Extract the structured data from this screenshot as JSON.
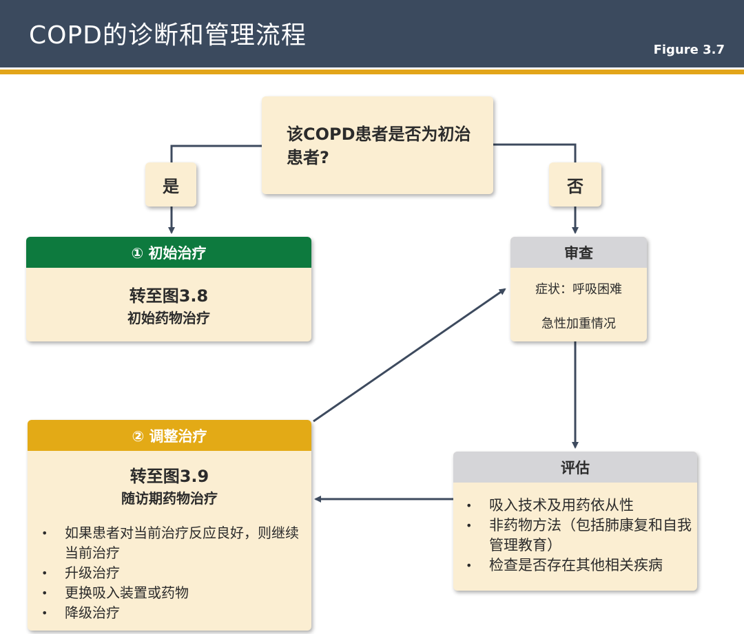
{
  "header": {
    "title": "COPD的诊断和管理流程",
    "figure": "Figure 3.7"
  },
  "question": "该COPD患者是否为初治患者?",
  "branch": {
    "yes": "是",
    "no": "否"
  },
  "initial_treatment": {
    "heading": "① 初始治疗",
    "ref": "转至图3.8",
    "sub": "初始药物治疗"
  },
  "review": {
    "heading": "审查",
    "items": [
      "症状：呼吸困难",
      "急性加重情况"
    ]
  },
  "assess": {
    "heading": "评估",
    "items": [
      "吸入技术及用药依从性",
      "非药物方法（包括肺康复和自我管理教育）",
      "检查是否存在其他相关疾病"
    ]
  },
  "adjust_treatment": {
    "heading": "② 调整治疗",
    "ref": "转至图3.9",
    "sub": "随访期药物治疗",
    "items": [
      "如果患者对当前治疗反应良好，则继续当前治疗",
      "升级治疗",
      "更换吸入装置或药物",
      "降级治疗"
    ]
  },
  "colors": {
    "header_bg": "#3b4a5e",
    "gold": "#e2a51a",
    "box_fill": "#fbeed2",
    "initial_head": "#0d7a3e",
    "adjust_head": "#e3aa16",
    "review_head": "#d5d5d8"
  }
}
